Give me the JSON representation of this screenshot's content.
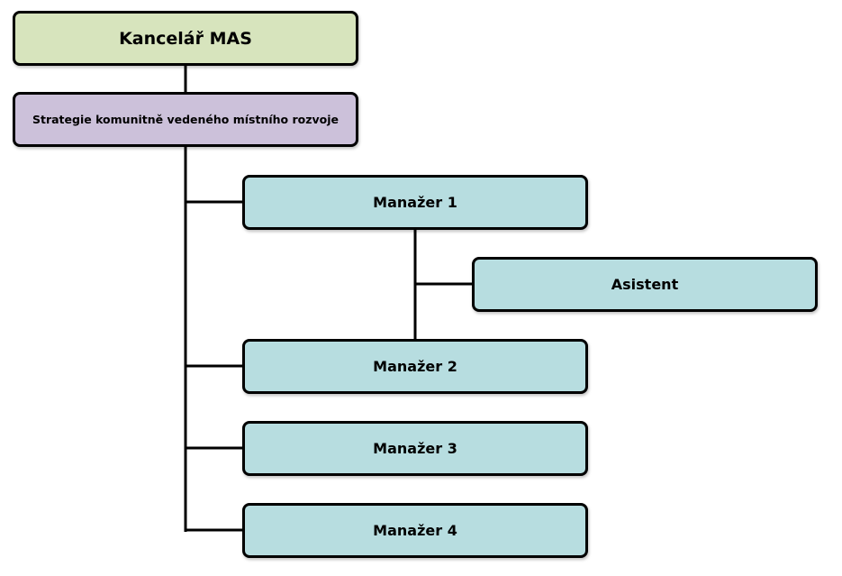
{
  "colors": {
    "office_fill": "#d7e4bd",
    "strategy_fill": "#ccc1da",
    "staff_fill": "#b7dde0",
    "border": "#000000",
    "connector": "#000000"
  },
  "nodes": {
    "office": "Kancelář MAS",
    "strategy": "Strategie komunitně vedeného místního rozvoje",
    "manager1": "Manažer 1",
    "assistant": "Asistent",
    "manager2": "Manažer 2",
    "manager3": "Manažer 3",
    "manager4": "Manažer 4"
  }
}
